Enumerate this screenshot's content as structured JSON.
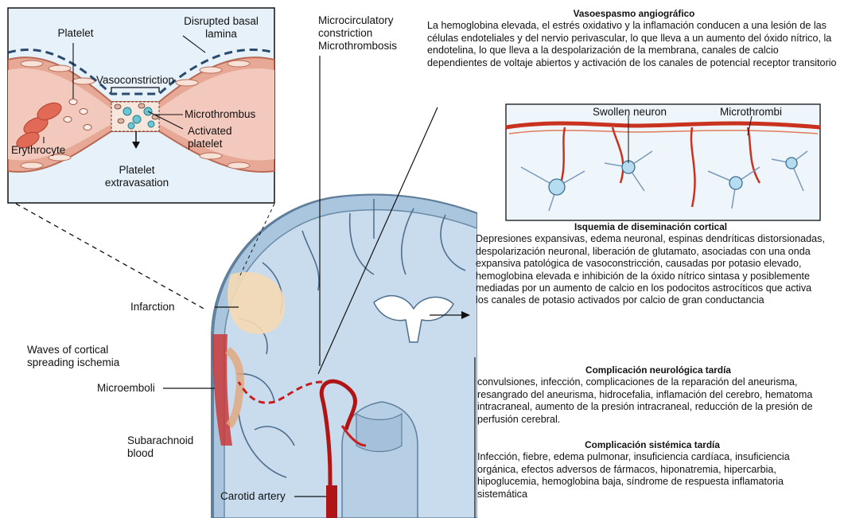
{
  "inset": {
    "platelet": "Platelet",
    "disrupted_basal_lamina": "Disrupted basal lamina",
    "vasoconstriction": "Vasoconstriction",
    "microthrombus": "Microthrombus",
    "activated_platelet": "Activated platelet",
    "erythrocyte": "Erythrocyte",
    "platelet_extravasation": "Platelet extravasation"
  },
  "micro_label": {
    "line1": "Microcirculatory",
    "line2": "constriction",
    "line3": "Microthrombosis"
  },
  "neuron_inset": {
    "swollen_neuron": "Swollen neuron",
    "microthrombi": "Microthrombi"
  },
  "brain_labels": {
    "infarction": "Infarction",
    "waves": "Waves of cortical spreading ischemia",
    "microemboli": "Microemboli",
    "subarachnoid": "Subarachnoid blood",
    "carotid": "Carotid artery"
  },
  "sections": {
    "vasoespasmo": {
      "title": "Vasoespasmo angiográfico",
      "text": "La hemoglobina elevada, el estrés oxidativo y la inflamación conducen a una lesión de las células endoteliales y del nervio perivascular, lo que lleva a un aumento del óxido nítrico, la endotelina, lo que lleva a la despolarización de la membrana, canales de calcio dependientes de voltaje abiertos y activación de los canales de potencial receptor transitorio"
    },
    "isquemia": {
      "title": "Isquemia de diseminación cortical",
      "text": "Depresiones expansivas, edema neuronal, espinas dendríticas distorsionadas, despolarización neuronal, liberación de glutamato, asociadas con una onda expansiva patológica de vasoconstricción, causadas por potasio elevado, hemoglobina elevada e inhibición de la óxido nítrico sintasa y posiblemente mediadas por un aumento de calcio en los podocitos astrocíticos que activa los canales de potasio activados por calcio de gran conductancia"
    },
    "neuro": {
      "title": "Complicación neurológica tardía",
      "text": "convulsiones, infección, complicaciones de la reparación del aneurisma, resangrado del aneurisma, hidrocefalia, inflamación del cerebro, hematoma intracraneal, aumento de la presión intracraneal, reducción de la presión de perfusión cerebral."
    },
    "sistemica": {
      "title": "Complicación sistémica tardía",
      "text": "Infección, fiebre, edema pulmonar, insuficiencia cardíaca, insuficiencia orgánica, efectos adversos de fármacos, hiponatremia, hipercarbia, hipoglucemia, hemoglobina baja, síndrome de respuesta inflamatoria sistemática"
    }
  }
}
